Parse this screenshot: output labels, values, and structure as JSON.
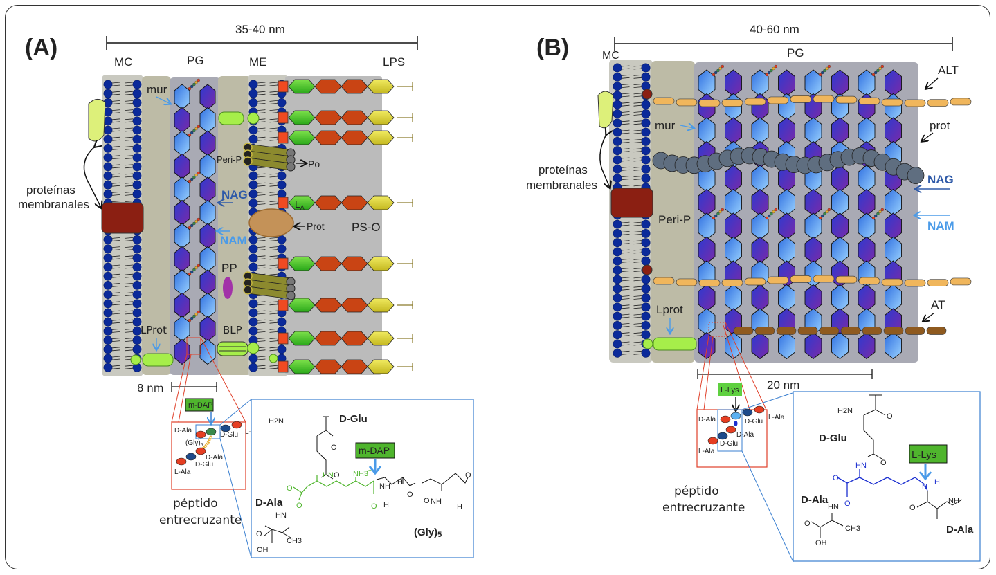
{
  "colors": {
    "head": "#0b2a9a",
    "memBg": "#c9c9c0",
    "periBg": "#bdbba6",
    "pgBg": "#a9aab4",
    "lpsBg": "#bbbbbb",
    "nag": "#5a2db8",
    "nam": "#4f95e8",
    "protein_red": "#8b1f12",
    "protein_yellow": "#ddf07a",
    "lipoprotein": "#a6ee4a",
    "porin": "#8c8a2e",
    "prot_oval": "#c49258",
    "pp": "#a232a8",
    "lps_sq": "#f04a22",
    "lps_green": "#4fcf2a",
    "lps_orange": "#c94414",
    "lps_yellow": "#d8cf2a",
    "alt": "#f0b65c",
    "at": "#8f5a1f",
    "teichoic_prot": "#5f6e80",
    "zoom_red": "#e0402a",
    "zoom_blue": "#3a7fd0",
    "mdap_green": "#4fb52d",
    "lys_blue": "#1a2ed0",
    "label_nag": "#2f5aa8",
    "label_nam": "#4b9be8"
  },
  "panelA": {
    "label": "(A)",
    "scale_top": "35-40 nm",
    "layers": [
      "MC",
      "PG",
      "ME",
      "LPS"
    ],
    "labels": {
      "mur": "mur",
      "peri": "Peri-P",
      "po": "Po",
      "nag": "NAG",
      "nam": "NAM",
      "la": "L",
      "la_sub": "A",
      "prot": "Prot",
      "pso": "PS-O",
      "pp": "PP",
      "lprot": "LProt",
      "blp": "BLP",
      "membrane_proteins": [
        "proteínas",
        "membranales"
      ],
      "scale_bottom": "8 nm",
      "crosslink": [
        "péptido",
        "entrecruzante"
      ]
    },
    "inset": {
      "tag": "m-DAP",
      "residues": [
        "D-Ala",
        "(Gly)",
        "5",
        "D-Glu",
        "L-Ala",
        "D-Ala",
        "D-Glu",
        "L-Ala"
      ]
    },
    "chem": {
      "tag": "m-DAP",
      "d_glu": "D-Glu",
      "d_ala": "D-Ala",
      "gly": "(Gly)",
      "gly_sub": "5",
      "atoms": {
        "h2n": "H2N",
        "o": "O",
        "hn": "HN",
        "nh3": "NH3",
        "plus": "+",
        "nh": "NH",
        "h": "H",
        "oh": "OH",
        "ch3": "CH3"
      }
    }
  },
  "panelB": {
    "label": "(B)",
    "scale_top": "40-60 nm",
    "layers": [
      "MC",
      "PG"
    ],
    "labels": {
      "alt": "ALT",
      "mur": "mur",
      "prot": "prot",
      "nag": "NAG",
      "nam": "NAM",
      "peri": "Peri-P",
      "at": "AT",
      "lprot": "Lprot",
      "membrane_proteins": [
        "proteínas",
        "membranales"
      ],
      "scale_bottom": "20 nm",
      "crosslink": [
        "péptido",
        "entrecruzante"
      ]
    },
    "inset": {
      "tag": "L-Lys",
      "residues": [
        "D-Ala",
        "D-Glu",
        "L-Ala",
        "D-Ala",
        "D-Glu",
        "L-Ala"
      ]
    },
    "chem": {
      "tag": "L-Lys",
      "d_glu": "D-Glu",
      "d_ala_left": "D-Ala",
      "d_ala_right": "D-Ala",
      "atoms": {
        "h2n": "H2N",
        "o": "O",
        "hn": "HN",
        "n": "N",
        "h": "H",
        "nh": "NH",
        "oh": "OH",
        "ch3": "CH3"
      }
    }
  }
}
